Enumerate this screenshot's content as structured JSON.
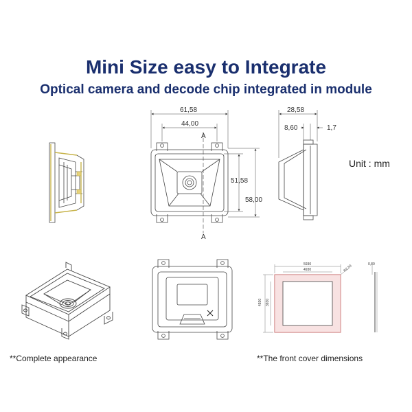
{
  "header": {
    "title": "Mini Size easy to Integrate",
    "subtitle": "Optical camera and decode chip integrated in module"
  },
  "unit_label": "Unit : mm",
  "front_view": {
    "width_outer": "61,58",
    "width_inner": "44,00",
    "height_inner": "51,58",
    "height_outer": "58,00",
    "section_mark": "A"
  },
  "side_view": {
    "depth_total": "28,58",
    "depth_front": "8,60",
    "thickness": "1,7"
  },
  "cover_drawing": {
    "outer_width": "5930",
    "inner_width": "4930",
    "outer_height": "4930",
    "inner_height": "3930",
    "corner": "R2,50",
    "thickness": "0,80"
  },
  "captions": {
    "appearance": "**Complete appearance",
    "front_cover": "**The front cover dimensions"
  }
}
